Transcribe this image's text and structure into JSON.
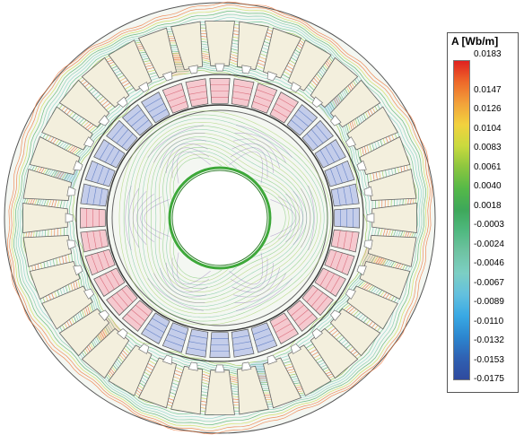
{
  "legend": {
    "title": "A [Wb/m]",
    "ticks": [
      "0.0183",
      "0.0147",
      "0.0126",
      "0.0104",
      "0.0083",
      "0.0061",
      "0.0040",
      "0.0018",
      "-0.0003",
      "-0.0024",
      "-0.0046",
      "-0.0067",
      "-0.0089",
      "-0.0110",
      "-0.0132",
      "-0.0153",
      "-0.0175"
    ],
    "colors": [
      "#e0211f",
      "#ee6a2a",
      "#f2a13a",
      "#f2d23e",
      "#c9da3e",
      "#8cc63f",
      "#56b948",
      "#3ea85a",
      "#4fb87f",
      "#6fc3a3",
      "#7ccfc4",
      "#63c0de",
      "#39a9e4",
      "#2c86cf",
      "#2f61b3",
      "#2f4a9e"
    ]
  },
  "motor": {
    "slots": 36,
    "magnet_poles": 36,
    "outer_lobes": 6
  }
}
